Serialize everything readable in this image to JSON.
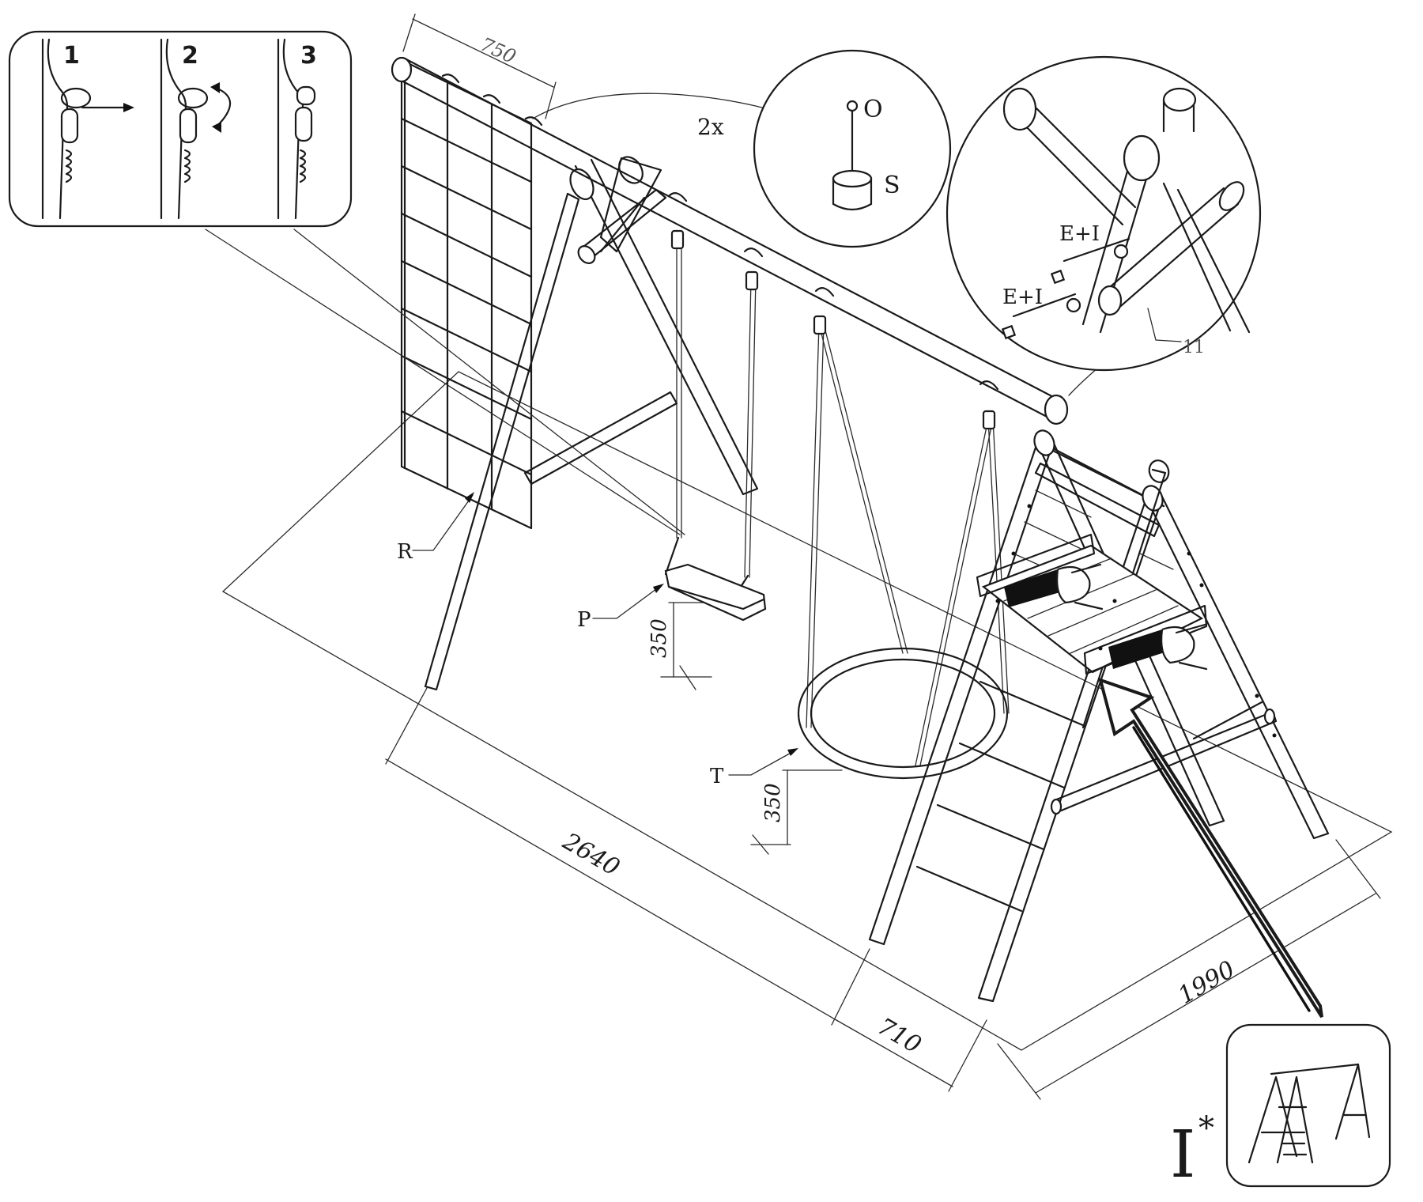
{
  "knot_steps": [
    "1",
    "2",
    "3"
  ],
  "dimensions": {
    "beam_span": "750",
    "length": "2640",
    "platform_depth": "710",
    "width": "1990",
    "seat_height": "350",
    "nest_height": "350"
  },
  "detail_screw": {
    "count": "2x",
    "screw_label": "O",
    "cap_label": "S"
  },
  "detail_bolts": {
    "bolt_label_1": "E+I",
    "bolt_label_2": "E+I",
    "part_number": "11"
  },
  "part_labels": {
    "ladder_net": "R",
    "plank_seat": "P",
    "nest_swing": "T"
  },
  "variant": {
    "letter": "I",
    "mark": "*"
  }
}
